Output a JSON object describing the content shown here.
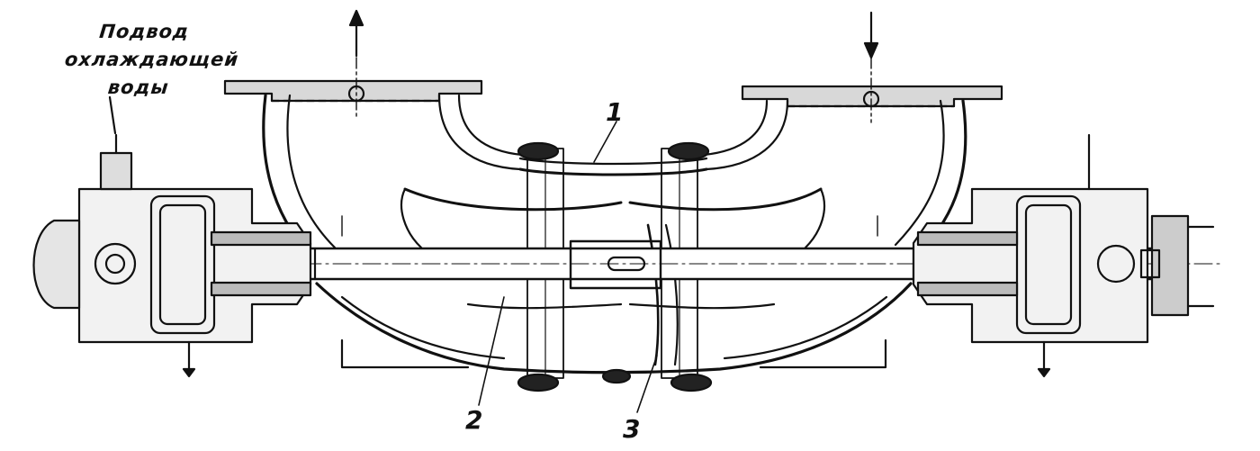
{
  "annotation": {
    "lines": [
      "Подвод",
      "охлаждающей",
      "воды"
    ]
  },
  "callouts": {
    "one": "1",
    "two": "2",
    "three": "3"
  },
  "colors": {
    "ink": "#111111",
    "paper": "#ffffff"
  }
}
